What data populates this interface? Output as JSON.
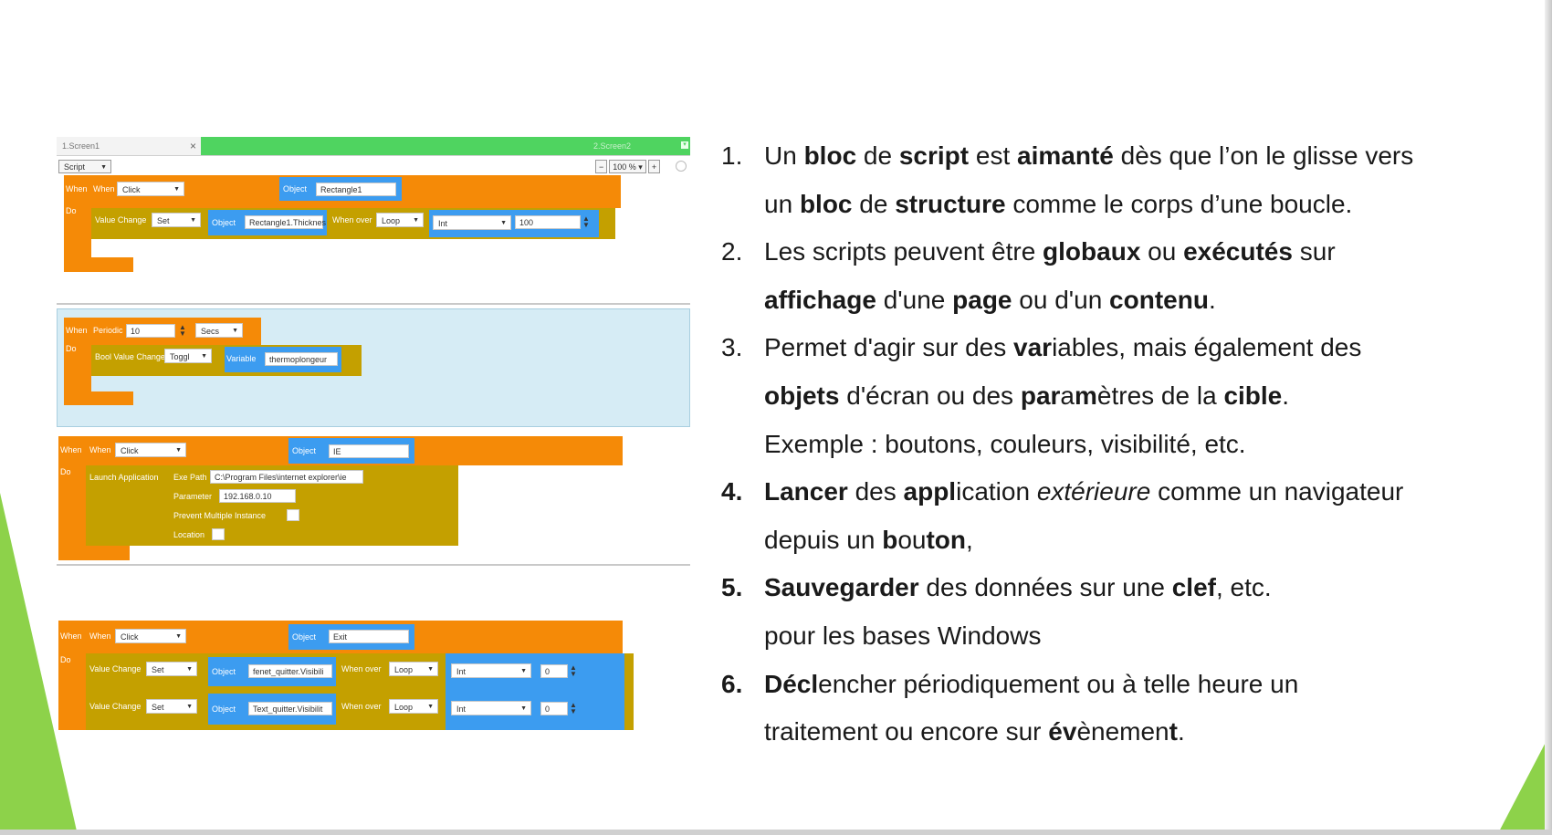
{
  "colors": {
    "accent_green": "#8dd24a",
    "block_orange": "#f58a07",
    "block_olive": "#c4a000",
    "block_blue": "#3c9cf0",
    "tab_green": "#4fd460"
  },
  "editor": {
    "tab1": "1.Screen1",
    "tab1_close": "×",
    "tab2": "2.Screen2",
    "script_select": "Script",
    "zoom_minus": "−",
    "zoom_value": "100 %",
    "zoom_plus": "+"
  },
  "block1": {
    "when": "When",
    "do": "Do",
    "when2": "When",
    "event": "Click",
    "object_label": "Object",
    "object_value": "Rectangle1",
    "value_change": "Value Change",
    "action": "Set",
    "object2_label": "Object",
    "object2_value": "Rectangle1.Thicknes",
    "when_over": "When over",
    "mode": "Loop",
    "type": "Int",
    "value": "100"
  },
  "block2": {
    "when": "When",
    "do": "Do",
    "periodic": "Periodic",
    "period": "10",
    "unit": "Secs",
    "bool_change": "Bool Value Change",
    "toggle": "Toggl",
    "variable_label": "Variable",
    "variable_value": "thermoplongeur"
  },
  "block3": {
    "when": "When",
    "do": "Do",
    "when2": "When",
    "event": "Click",
    "object_label": "Object",
    "object_value": "IE",
    "launch": "Launch Application",
    "exe_path_label": "Exe Path",
    "exe_path_value": "C:\\Program Files\\internet explorer\\ie",
    "parameter_label": "Parameter",
    "parameter_value": "192.168.0.10",
    "prevent_label": "Prevent Multiple Instance",
    "location_label": "Location"
  },
  "block4": {
    "when": "When",
    "do": "Do",
    "when2": "When",
    "event": "Click",
    "object_label": "Object",
    "object_value": "Exit",
    "row1": {
      "value_change": "Value Change",
      "action": "Set",
      "object_label": "Object",
      "object_value": "fenet_quitter.Visibili",
      "when_over": "When over",
      "mode": "Loop",
      "type": "Int",
      "value": "0"
    },
    "row2": {
      "value_change": "Value Change",
      "action": "Set",
      "object_label": "Object",
      "object_value": "Text_quitter.Visibilit",
      "when_over": "When over",
      "mode": "Loop",
      "type": "Int",
      "value": "0"
    }
  },
  "list": [
    {
      "num": "1.",
      "lines": [
        [
          [
            "Un ",
            false
          ],
          [
            "bloc",
            true
          ],
          [
            " de ",
            false
          ],
          [
            "script",
            true
          ],
          [
            " est ",
            false
          ],
          [
            "aimanté",
            true
          ],
          [
            " dès que l’on le glisse vers",
            false
          ]
        ],
        [
          [
            "un ",
            false
          ],
          [
            "bloc",
            true
          ],
          [
            " de ",
            false
          ],
          [
            "structure",
            true
          ],
          [
            " comme le corps d’une boucle.",
            false
          ]
        ]
      ]
    },
    {
      "num": "2.",
      "lines": [
        [
          [
            "Les scripts peuvent être ",
            false
          ],
          [
            "globaux",
            true
          ],
          [
            " ou ",
            false
          ],
          [
            "exécutés",
            true
          ],
          [
            " sur",
            false
          ]
        ],
        [
          [
            "affichage",
            true
          ],
          [
            " d'une ",
            false
          ],
          [
            "page",
            true
          ],
          [
            " ou d'un ",
            false
          ],
          [
            "contenu",
            true
          ],
          [
            ".",
            false
          ]
        ]
      ]
    },
    {
      "num": "3.",
      "lines": [
        [
          [
            "Permet d'agir sur des ",
            false
          ],
          [
            "var",
            true
          ],
          [
            "iables, mais également des",
            false
          ]
        ],
        [
          [
            "objets",
            true
          ],
          [
            " d'écran ou des ",
            false
          ],
          [
            "par",
            true
          ],
          [
            "a",
            false
          ],
          [
            "m",
            true
          ],
          [
            "ètres de la ",
            false
          ],
          [
            "cible",
            true
          ],
          [
            ".",
            false
          ]
        ],
        [
          [
            "Exemple : boutons, couleurs, visibilité, etc.",
            false
          ]
        ]
      ]
    },
    {
      "num": "4.",
      "lines": [
        [
          [
            "Lancer",
            true
          ],
          [
            " des ",
            false
          ],
          [
            "appl",
            true
          ],
          [
            "ication ",
            false
          ],
          [
            "extérieure",
            "i"
          ],
          [
            " comme un navigateur",
            false
          ]
        ],
        [
          [
            "depuis un ",
            false
          ],
          [
            "b",
            true
          ],
          [
            "ou",
            false
          ],
          [
            "ton",
            true
          ],
          [
            ",",
            false
          ]
        ]
      ]
    },
    {
      "num": "5.",
      "lines": [
        [
          [
            "Sauvegarder",
            true
          ],
          [
            " des données sur une ",
            false
          ],
          [
            "clef",
            true
          ],
          [
            ", etc.",
            false
          ]
        ],
        [
          [
            "pour les bases Windows",
            false
          ]
        ]
      ]
    },
    {
      "num": "6.",
      "lines": [
        [
          [
            "Décl",
            true
          ],
          [
            "encher périodiquement ou à telle heure un",
            false
          ]
        ],
        [
          [
            "traitement ou encore sur ",
            false
          ],
          [
            "év",
            true
          ],
          [
            "ènemen",
            false
          ],
          [
            "t",
            true
          ],
          [
            ".",
            false
          ]
        ]
      ]
    }
  ]
}
